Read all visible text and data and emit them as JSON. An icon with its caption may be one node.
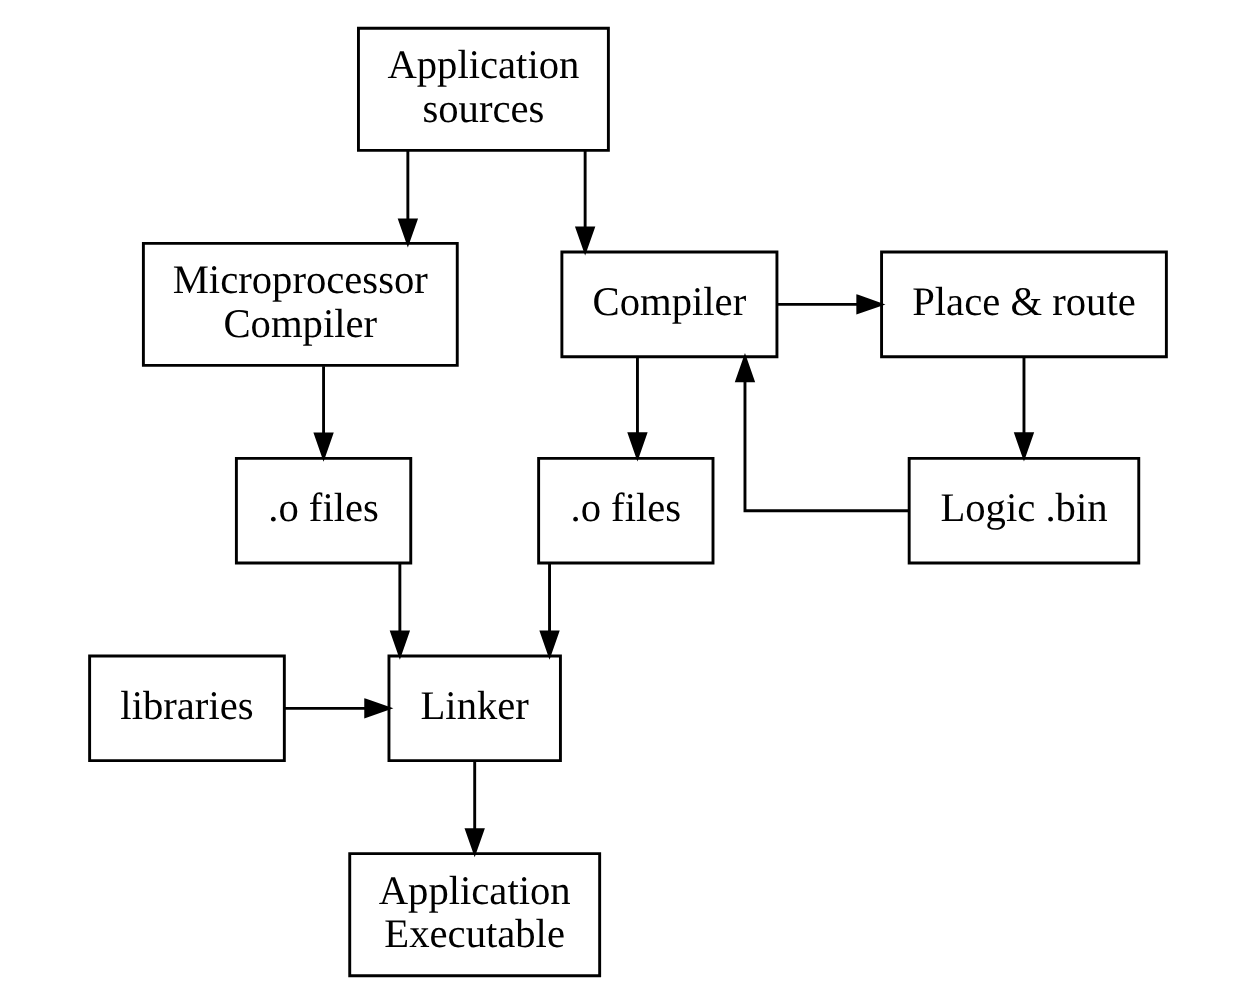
{
  "diagram": {
    "nodes": [
      {
        "text": [
          "Application sources"
        ]
      },
      {
        "text": [
          "Microprocessor Compiler"
        ]
      },
      {
        "text": [
          "Compiler"
        ]
      },
      {
        "text": [
          "Place & route"
        ]
      },
      {
        "text": [
          ".o files"
        ]
      },
      {
        "text": [
          ".o files"
        ]
      },
      {
        "text": [
          "Logic .bin"
        ]
      },
      {
        "text": [
          "Linker"
        ]
      },
      {
        "text": [
          "libraries"
        ]
      },
      {
        "text": [
          "Application Executable"
        ]
      }
    ],
    "edges": [
      {
        "from": 0,
        "to": 1,
        "arrow": "to"
      },
      {
        "from": 0,
        "to": 2,
        "arrow": "to"
      },
      {
        "from": 2,
        "to": 3,
        "arrow": "to"
      },
      {
        "from": 3,
        "to": 6,
        "arrow": "to"
      },
      {
        "from": 6,
        "to": 2,
        "arrow": "to"
      },
      {
        "from": 1,
        "to": 4,
        "arrow": "to"
      },
      {
        "from": 2,
        "to": 5,
        "arrow": "to"
      },
      {
        "from": 4,
        "to": 7,
        "arrow": "to"
      },
      {
        "from": 5,
        "to": 7,
        "arrow": "to"
      },
      {
        "from": 8,
        "to": 7,
        "arrow": "to"
      },
      {
        "from": 7,
        "to": 9,
        "arrow": "to"
      }
    ]
  }
}
